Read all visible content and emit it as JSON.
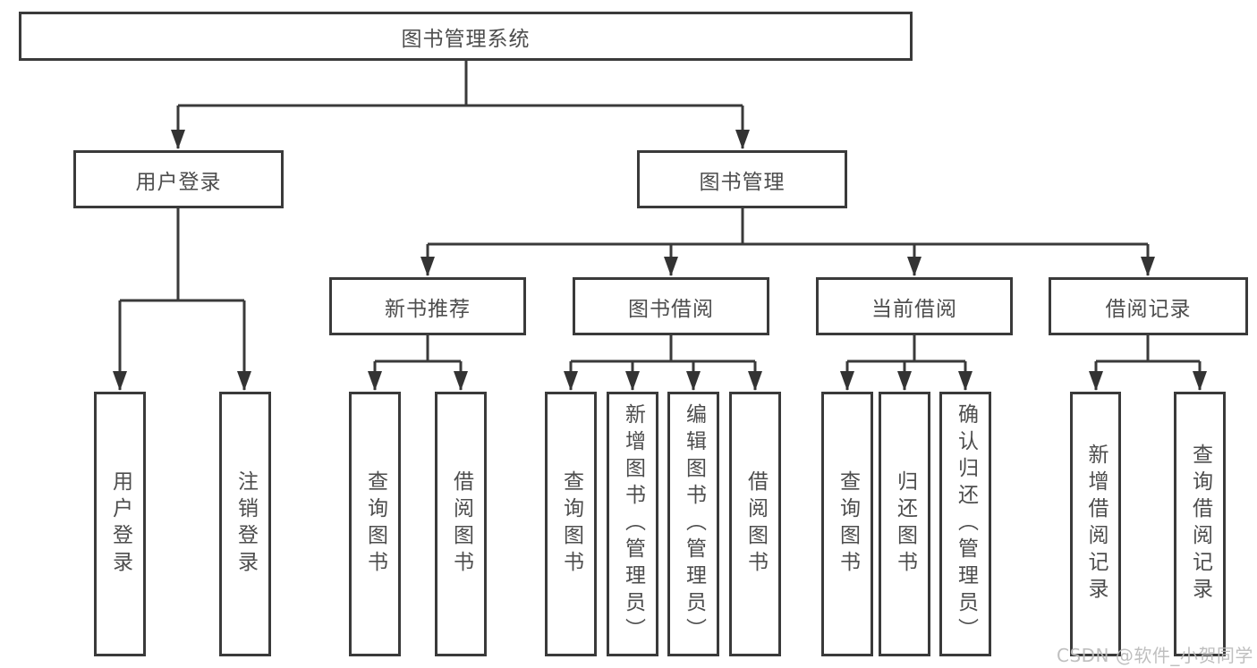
{
  "diagram": {
    "root": {
      "label": "图书管理系统"
    },
    "branches": [
      {
        "label": "用户登录",
        "children": [
          {
            "label": "用户登录"
          },
          {
            "label": "注销登录"
          }
        ]
      },
      {
        "label": "图书管理",
        "children": [
          {
            "label": "新书推荐",
            "children": [
              {
                "label": "查询图书"
              },
              {
                "label": "借阅图书"
              }
            ]
          },
          {
            "label": "图书借阅",
            "children": [
              {
                "label": "查询图书"
              },
              {
                "label": "新增图书（管理员）"
              },
              {
                "label": "编辑图书（管理员）"
              },
              {
                "label": "借阅图书"
              }
            ]
          },
          {
            "label": "当前借阅",
            "children": [
              {
                "label": "查询图书"
              },
              {
                "label": "归还图书"
              },
              {
                "label": "确认归还（管理员）"
              }
            ]
          },
          {
            "label": "借阅记录",
            "children": [
              {
                "label": "新增借阅记录"
              },
              {
                "label": "查询借阅记录"
              }
            ]
          }
        ]
      }
    ]
  },
  "watermark": "CSDN @软件_小贺同学",
  "colors": {
    "line": "#3a3a3a",
    "box_border": "#3a3a3a",
    "text": "#4d4d4d",
    "watermark": "#bcbcbc",
    "background": "#ffffff"
  }
}
